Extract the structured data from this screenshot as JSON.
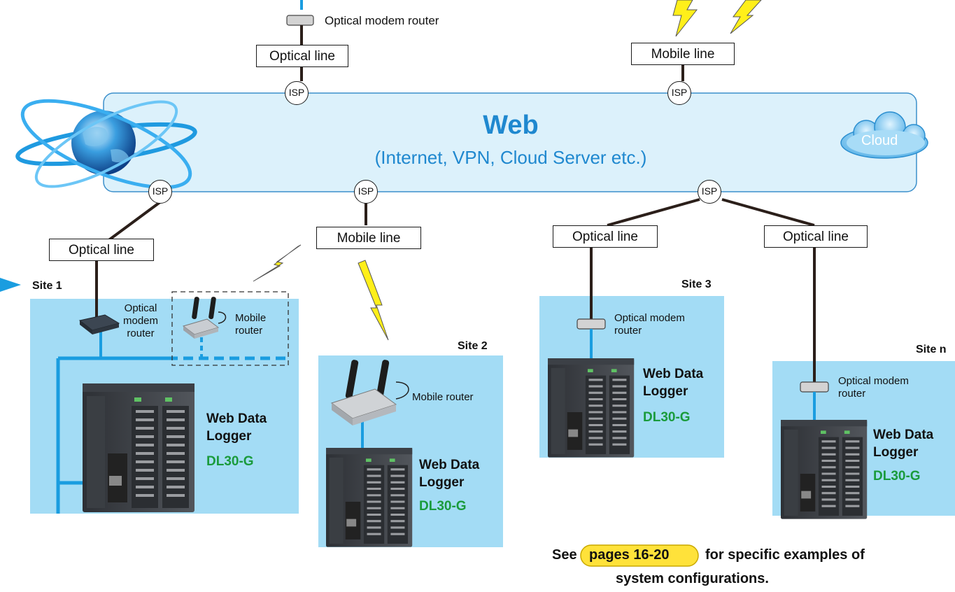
{
  "top": {
    "modem_label": "Optical modem router"
  },
  "lines": {
    "optical_top": "Optical line",
    "mobile_top": "Mobile line",
    "optical_site1": "Optical line",
    "mobile_site2": "Mobile line",
    "optical_site3": "Optical line",
    "optical_siten": "Optical line"
  },
  "isp_label": "ISP",
  "web": {
    "title": "Web",
    "subtitle": "(Internet, VPN, Cloud Server etc.)",
    "cloud_label": "Cloud"
  },
  "sites": {
    "site1": {
      "label": "Site 1",
      "modem_label": "Optical\nmodem\nrouter",
      "mobile_router_label": "Mobile\nrouter",
      "product_name": "Web Data\nLogger",
      "product_model": "DL30-G"
    },
    "site2": {
      "label": "Site 2",
      "mobile_router_label": "Mobile router",
      "product_name": "Web Data\nLogger",
      "product_model": "DL30-G"
    },
    "site3": {
      "label": "Site 3",
      "modem_label": "Optical modem\nrouter",
      "product_name": "Web Data\nLogger",
      "product_model": "DL30-G"
    },
    "siten": {
      "label": "Site n",
      "modem_label": "Optical modem\nrouter",
      "product_name": "Web Data\nLogger",
      "product_model": "DL30-G"
    }
  },
  "footer": {
    "prefix": "See",
    "link": "pages 16-20",
    "suffix_line1": "for specific examples of",
    "line2": "system configurations."
  },
  "colors": {
    "web_band": "#dcf1fb",
    "site_bg": "#a3dcf5",
    "network_blue": "#1a9de0",
    "wire": "#2b1f1a",
    "lightning": "#ffef1a",
    "model_green": "#1a9b3c",
    "link_highlight": "#ffe23a"
  }
}
